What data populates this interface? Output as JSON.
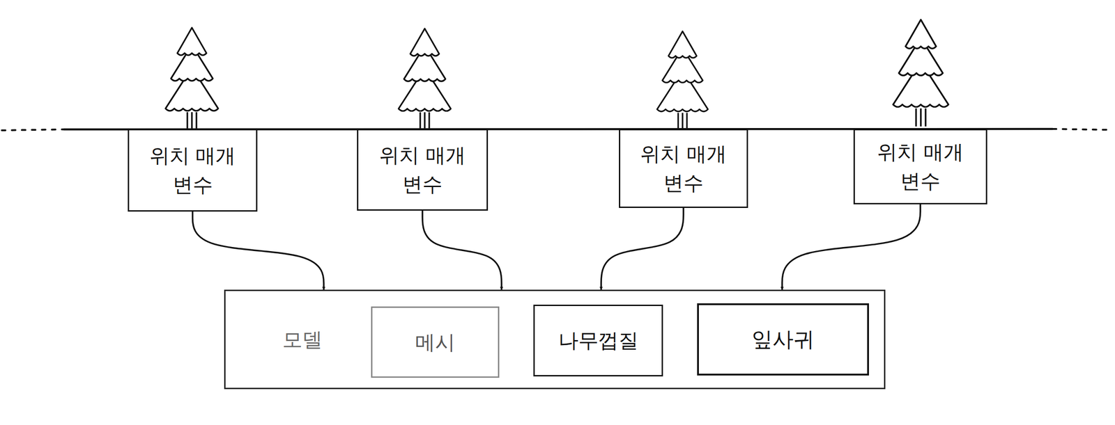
{
  "diagram": {
    "nodes": [
      {
        "text": [
          "위치 매개변수"
        ]
      },
      {
        "text": [
          "위치 매개변수"
        ]
      },
      {
        "text": [
          "위치 매개변수"
        ]
      },
      {
        "text": [
          "위치 매개변수"
        ]
      },
      {
        "text": [
          "모델"
        ]
      },
      {
        "text": [
          "메시"
        ],
        "in": 4
      },
      {
        "text": [
          "나무껍질"
        ],
        "in": 4
      },
      {
        "text": [
          "잎사귀"
        ],
        "in": 4
      }
    ],
    "edges": [
      {
        "from": 0,
        "to": 4,
        "arrow": "to"
      },
      {
        "from": 1,
        "to": 4,
        "arrow": "to"
      },
      {
        "from": 2,
        "to": 4,
        "arrow": "to"
      },
      {
        "from": 3,
        "to": 4,
        "arrow": "to"
      }
    ]
  }
}
